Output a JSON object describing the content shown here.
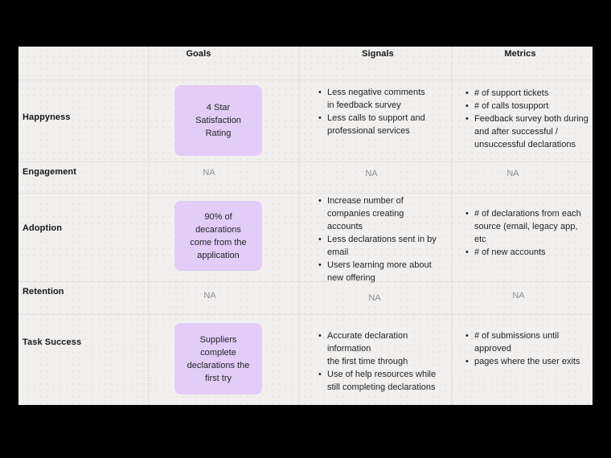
{
  "canvas": {
    "background_color": "#000000",
    "board_background_color": "#f1f0ef",
    "card_accent_color": "#e3ccf8",
    "na_text_color": "#8e8d92",
    "gridline_color": "#d6d4d2"
  },
  "headers": {
    "goals": "Goals",
    "signals": "Signals",
    "metrics": "Metrics"
  },
  "rows": [
    {
      "label": "Happyness",
      "goal": "4 Star\nSatisfaction\nRating",
      "signals": [
        "Less negative comments\nin feedback survey",
        "Less calls to support and\nprofessional services"
      ],
      "metrics": [
        "# of support tickets",
        "# of calls tosupport",
        "Feedback survey both during\nand after successful /\nunsuccessful declarations"
      ]
    },
    {
      "label": "Engagement",
      "goal": "NA",
      "signals": "NA",
      "metrics": "NA"
    },
    {
      "label": "Adoption",
      "goal": "90% of\ndecarations\ncome from the\napplication",
      "signals": [
        "Increase number of\ncompanies creating\naccounts",
        "Less declarations sent in by\nemail",
        "Users learning more about\nnew offering"
      ],
      "metrics": [
        "# of declarations from each\nsource (email, legacy app,\netc",
        "# of new accounts"
      ]
    },
    {
      "label": "Retention",
      "goal": "NA",
      "signals": "NA",
      "metrics": "NA"
    },
    {
      "label": "Task Success",
      "goal": "Suppliers\ncomplete\ndeclarations the\nfirst try",
      "signals": [
        "Accurate declaration\ninformation\nthe first time through",
        "Use of help resources while\nstill completing declarations"
      ],
      "metrics": [
        "# of submissions until\napproved",
        "pages where the user exits"
      ]
    }
  ]
}
